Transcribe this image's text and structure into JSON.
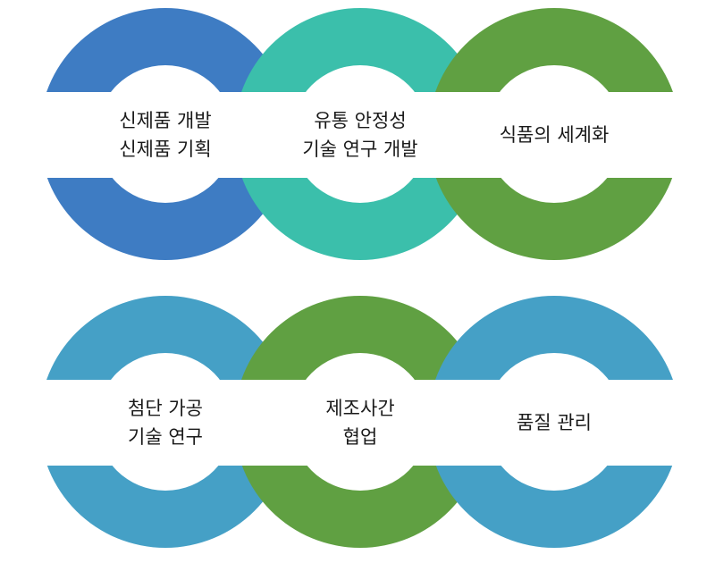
{
  "rows": [
    {
      "rings": [
        {
          "color": "#3e7cc3",
          "lines": [
            "신제품 개발",
            "신제품 기획"
          ]
        },
        {
          "color": "#3bbfab",
          "lines": [
            "유통 안정성",
            "기술 연구 개발"
          ]
        },
        {
          "color": "#60a042",
          "lines": [
            "식품의 세계화"
          ]
        }
      ]
    },
    {
      "rings": [
        {
          "color": "#45a0c6",
          "lines": [
            "첨단 가공",
            "기술 연구"
          ]
        },
        {
          "color": "#60a042",
          "lines": [
            "제조사간",
            "협업"
          ]
        },
        {
          "color": "#45a0c6",
          "lines": [
            "품질 관리"
          ]
        }
      ]
    }
  ]
}
